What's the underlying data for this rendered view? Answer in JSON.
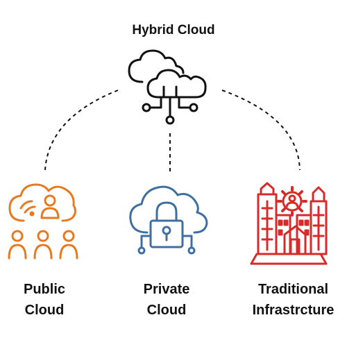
{
  "title": "Hybrid Cloud",
  "nodes": {
    "public": {
      "line1": "Public",
      "line2": "Cloud",
      "icon": "public-cloud-users-icon",
      "color": "#E8791E"
    },
    "private": {
      "line1": "Private",
      "line2": "Cloud",
      "icon": "cloud-lock-icon",
      "color": "#3F6FA0"
    },
    "traditional": {
      "line1": "Traditional",
      "line2": "Infrastrcture",
      "icon": "buildings-gear-icon",
      "color": "#D92A2A"
    }
  },
  "hub": {
    "icon": "hybrid-cloud-network-icon",
    "color": "#111111"
  }
}
